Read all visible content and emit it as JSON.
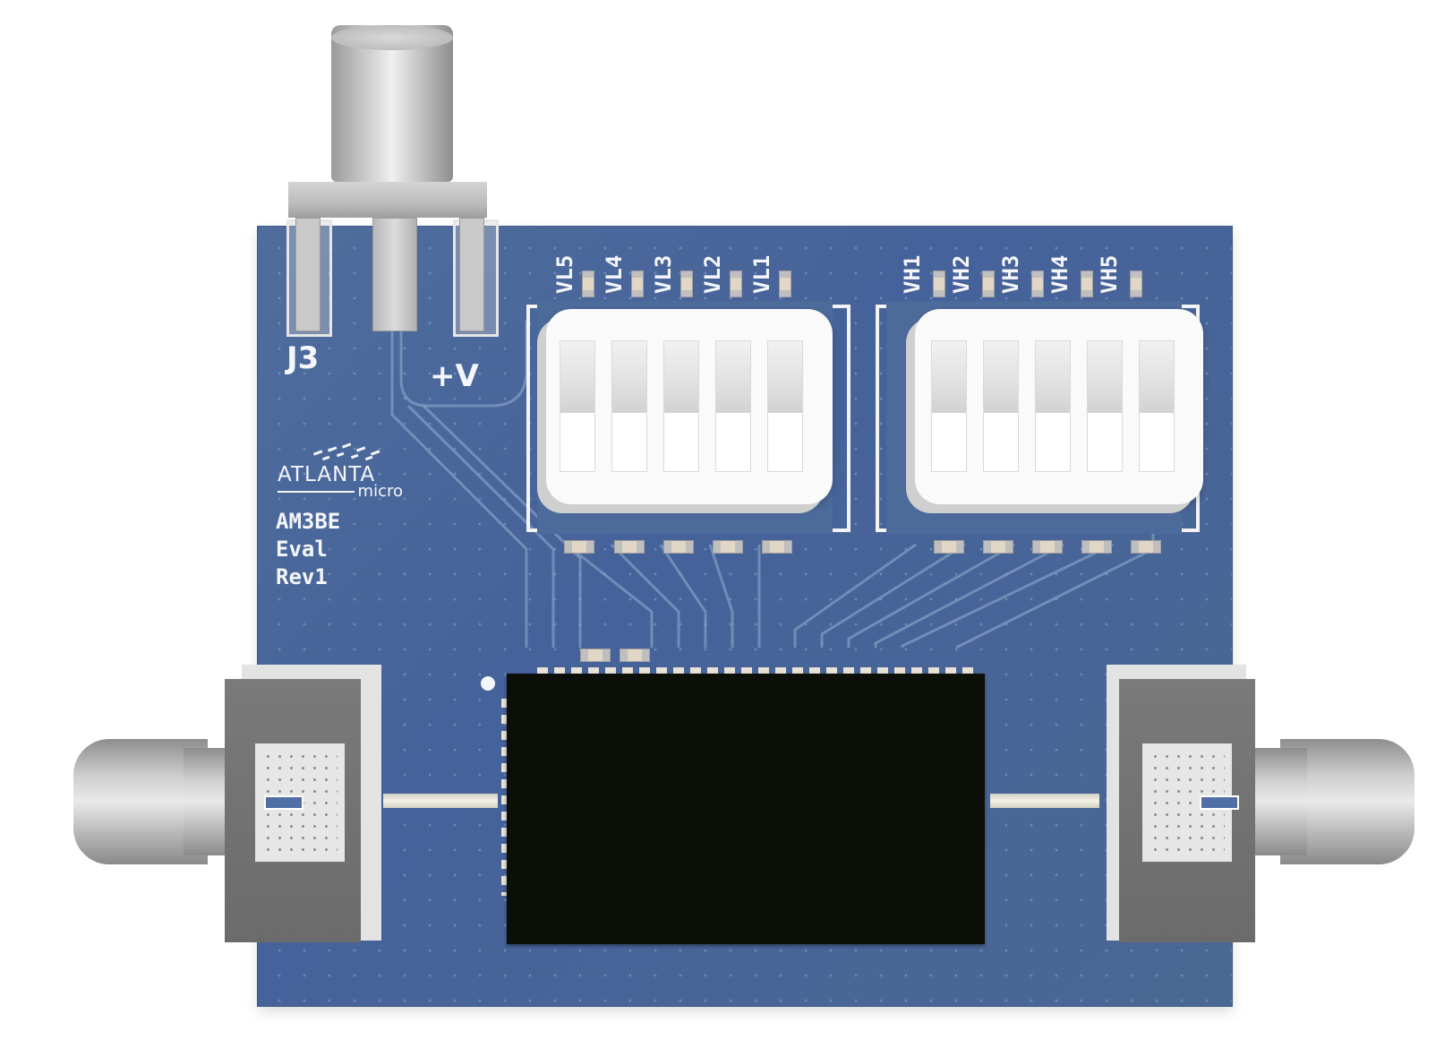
{
  "board": {
    "connector_label": "J3",
    "voltage_label": "+V",
    "logo_name": "atlanta-micro-logo",
    "logo_text_top": "ATLANTA",
    "logo_text_bottom": "micro",
    "model": "AM3BE",
    "model_line2": "Eval",
    "revision": "Rev1"
  },
  "switch_left": {
    "labels": [
      "VL5",
      "VL4",
      "VL3",
      "VL2",
      "VL1"
    ]
  },
  "switch_right": {
    "labels": [
      "VH1",
      "VH2",
      "VH3",
      "VH4",
      "VH5"
    ]
  },
  "colors": {
    "pcb": "#4c6a9a",
    "silkscreen": "#f4f6fb",
    "chip": "#0b0f08",
    "metal": "#c8c8c8"
  }
}
